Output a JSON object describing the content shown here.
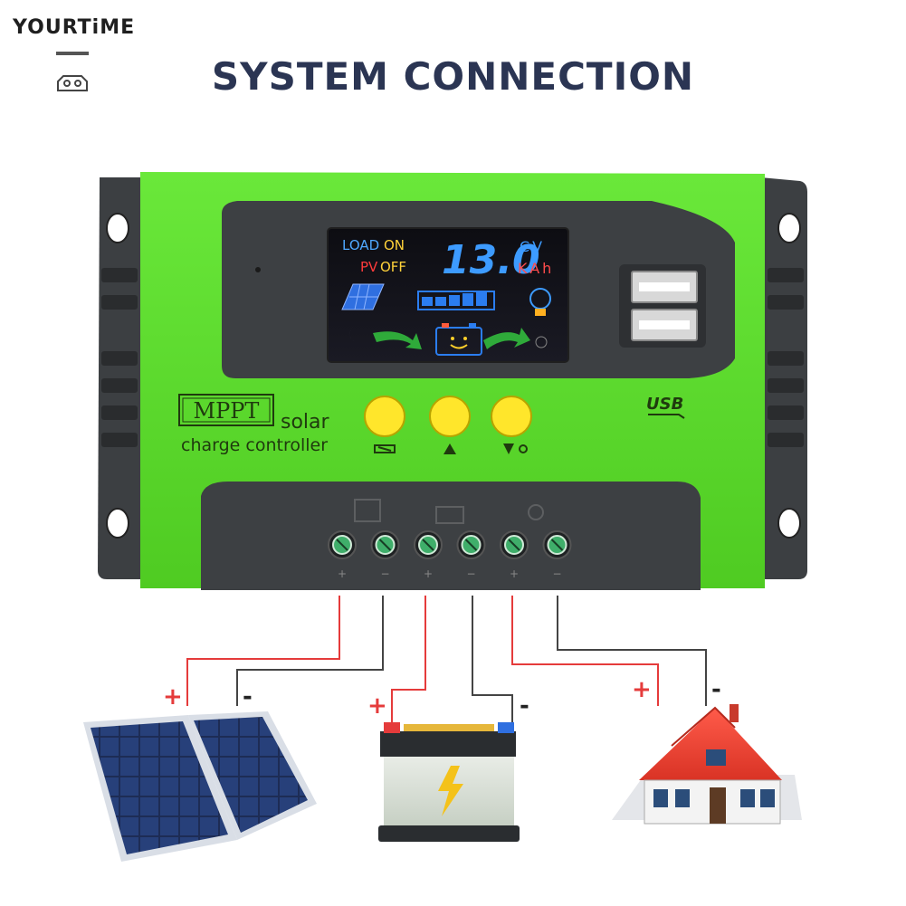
{
  "brand": {
    "name": "YOURTiME"
  },
  "title": "SYSTEM CONNECTION",
  "controller": {
    "badge": "MPPT",
    "label_line1": "solar",
    "label_line2": "charge controller",
    "usb_label": "USB",
    "lcd": {
      "load_label": "LOAD",
      "load_state": "ON",
      "pv_label": "PV",
      "pv_state": "OFF",
      "reading": "13.0",
      "unit_top": "CV",
      "unit_bottom": "KAh"
    },
    "buttons": [
      "button-menu",
      "button-up",
      "button-down-light"
    ],
    "terminals": [
      {
        "group": "solar",
        "sign": "+"
      },
      {
        "group": "solar",
        "sign": "−"
      },
      {
        "group": "battery",
        "sign": "+"
      },
      {
        "group": "battery",
        "sign": "−"
      },
      {
        "group": "load",
        "sign": "+"
      },
      {
        "group": "load",
        "sign": "−"
      }
    ]
  },
  "connections": [
    {
      "device": "solar-panel",
      "plus": "+",
      "minus": "-"
    },
    {
      "device": "battery",
      "plus": "+",
      "minus": "-"
    },
    {
      "device": "house",
      "plus": "+",
      "minus": "-"
    }
  ],
  "colors": {
    "green": "#5fe12c",
    "dark": "#3a3d40",
    "title": "#2b3553",
    "wire_red": "#e53b3b",
    "wire_dark": "#444444",
    "button_yellow": "#ffe62b"
  }
}
